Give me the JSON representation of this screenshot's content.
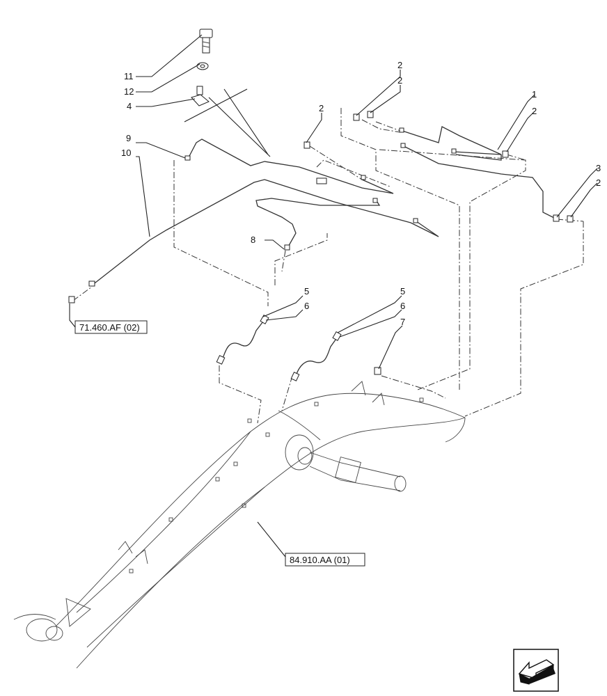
{
  "callouts": [
    {
      "id": "c11",
      "text": "11"
    },
    {
      "id": "c12",
      "text": "12"
    },
    {
      "id": "c4",
      "text": "4"
    },
    {
      "id": "c9",
      "text": "9"
    },
    {
      "id": "c10",
      "text": "10"
    },
    {
      "id": "c8",
      "text": "8"
    },
    {
      "id": "c2a",
      "text": "2"
    },
    {
      "id": "c2b",
      "text": "2"
    },
    {
      "id": "c2c",
      "text": "2"
    },
    {
      "id": "c1",
      "text": "1"
    },
    {
      "id": "c2d",
      "text": "2"
    },
    {
      "id": "c3",
      "text": "3"
    },
    {
      "id": "c2e",
      "text": "2"
    },
    {
      "id": "c5a",
      "text": "5"
    },
    {
      "id": "c6a",
      "text": "6"
    },
    {
      "id": "c5b",
      "text": "5"
    },
    {
      "id": "c6b",
      "text": "6"
    },
    {
      "id": "c7",
      "text": "7"
    }
  ],
  "references": {
    "ref_left": "71.460.AF (02)",
    "ref_bottom": "84.910.AA (01)"
  },
  "nav_icon": "arrow-back-icon"
}
